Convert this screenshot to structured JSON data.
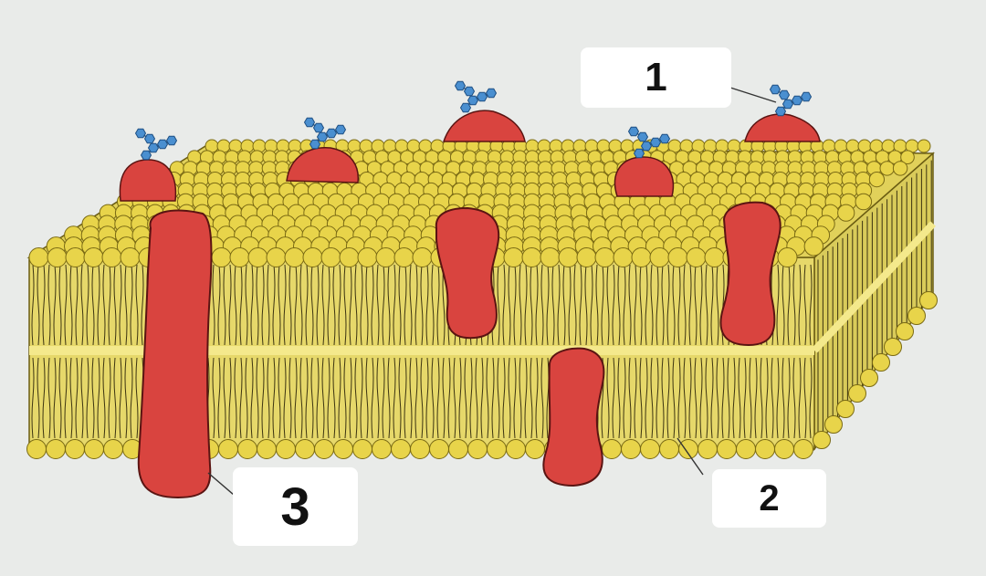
{
  "colors": {
    "background": "#e9ebe9",
    "lipid_head": "#e8d44a",
    "lipid_head_stroke": "#7a6a14",
    "lipid_tail": "#3b3310",
    "membrane_fill": "#e6d86a",
    "protein": "#d9443f",
    "protein_stroke": "#5a1412",
    "glycan": "#4a8fd0",
    "glycan_stroke": "#1e4f82"
  },
  "labels": {
    "label_1": "1",
    "label_2": "2",
    "label_3": "3"
  },
  "icons": {
    "lipid": "phospholipid-head-icon",
    "protein": "membrane-protein-icon",
    "glycan": "carbohydrate-chain-icon"
  }
}
